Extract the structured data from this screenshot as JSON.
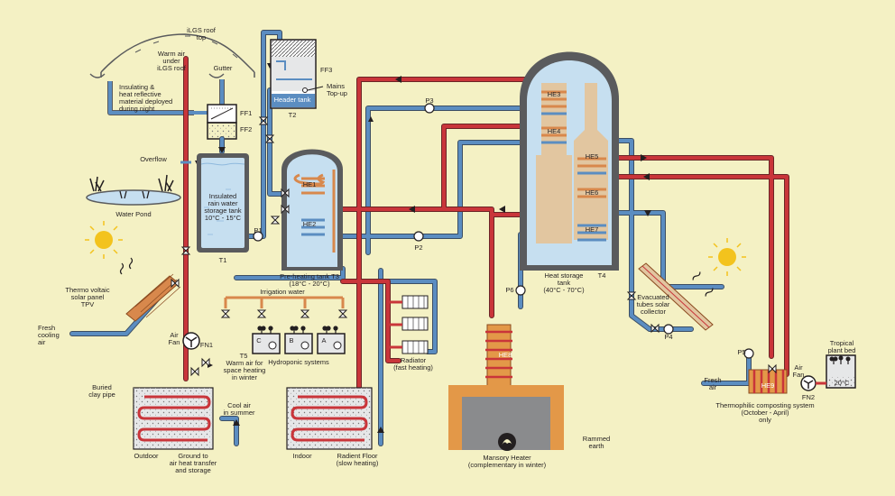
{
  "colors": {
    "background": "#f4f1c4",
    "hot_pipe": "#c9353a",
    "cold_pipe": "#5b8dc1",
    "warm_pipe": "#d8884c",
    "tank_fill": "#c6dff0",
    "tank_wall": "#5a5b5d",
    "heater_body": "#e39848",
    "heater_core": "#8a8b8d",
    "sun": "#f3c31d"
  },
  "labels": {
    "roof_top": "iLGS roof\ntop",
    "warm_air": "Warm air\nunder\niLGS roof",
    "gutter": "Gutter",
    "insulating": "Insulating &\nheat reflective\nmaterial deployed\nduring night",
    "ff1": "FF1",
    "ff2": "FF2",
    "ff3": "FF3",
    "mains": "Mains\nTop-up",
    "header_tank": "Header tank",
    "t2": "T2",
    "overflow": "Overflow",
    "water_pond": "Water Pond",
    "rain_tank": "Insulated\nrain water\nstorage tank\n10°C - 15°C",
    "t1": "T1",
    "p1": "P1",
    "he1": "HE1",
    "he2": "HE2",
    "preheat": "Pre-heating tank T3\n(18°C - 20°C)",
    "p2": "P2",
    "p3": "P3",
    "he3": "HE3",
    "he4": "HE4",
    "he5": "HE5",
    "he6": "HE6",
    "he7": "HE7",
    "heat_storage": "Heat storage\ntank\n(40°C - 70°C)",
    "t4": "T4",
    "tpv": "Thermo voltaic\nsolar panel\nTPV",
    "fresh_cool": "Fresh\ncooling\nair",
    "irrigation": "Irrigation water",
    "air_fan": "Air\nFan",
    "fn1": "FN1",
    "warm_air_space": "Warm air for\nspace heating\nin winter",
    "t5": "T5",
    "hydroponic": "Hydroponic systems",
    "hydro_c": "C",
    "hydro_b": "B",
    "hydro_a": "A",
    "radiator": "Radiator\n(fast heating)",
    "p6": "P6",
    "he8": "HE8",
    "evacuated": "Evacuated\ntubes solar\ncollector",
    "p4": "P4",
    "p5": "P5",
    "fresh_air": "Fresh\nair",
    "he9": "HE9",
    "air_fan2": "Air\nFan",
    "fn2": "FN2",
    "tropical": "Tropical\nplant bed",
    "tropical_temp": "20°C",
    "thermophilic": "Thermophilic composting system\n(October - April)\nonly",
    "buried": "Buried\nclay pipe",
    "outdoor": "Outdoor",
    "ground": "Ground to\nair heat transfer\nand storage",
    "cool_air": "Cool air\nin summer",
    "indoor": "Indoor",
    "radiant": "Radient Floor\n(slow heating)",
    "rammed": "Rammed\nearth",
    "masonry": "Mansory Heater\n(complementary in winter)"
  }
}
